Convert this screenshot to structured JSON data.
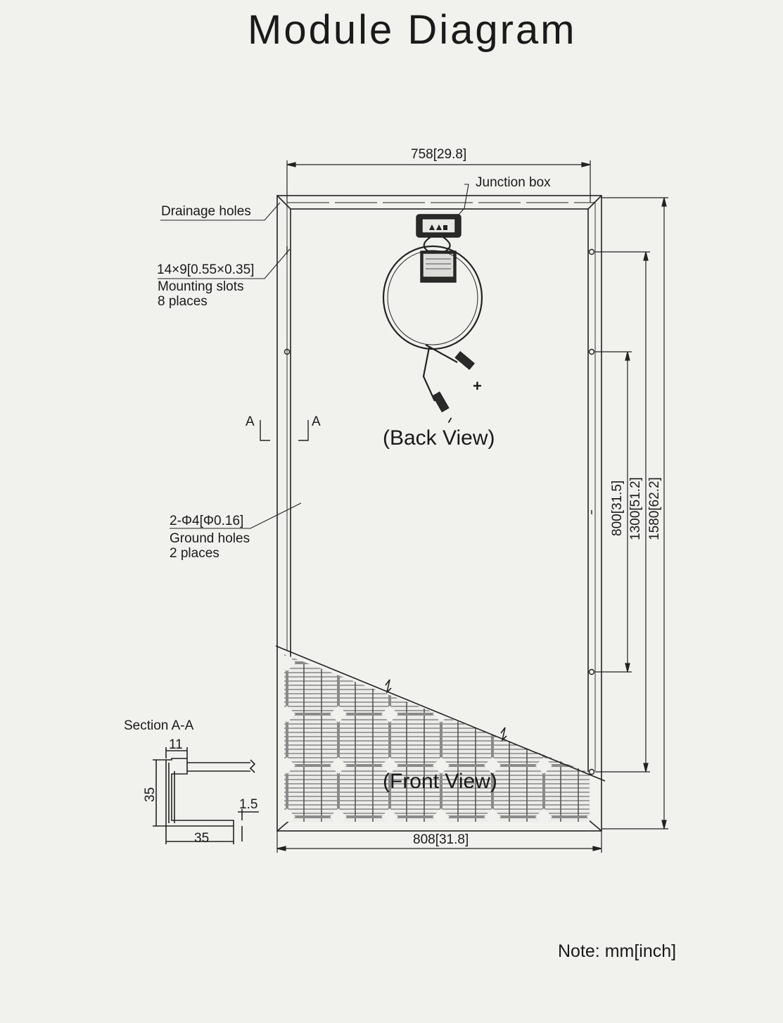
{
  "title": "Module Diagram",
  "views": {
    "back": "(Back View)",
    "front": "(Front View)"
  },
  "dimensions": {
    "width_top": "758[29.8]",
    "width_bottom": "808[31.8]",
    "hole_spacing_800": "800[31.5]",
    "hole_spacing_1300": "1300[51.2]",
    "length_1580": "1580[62.2]"
  },
  "callouts": {
    "junction_box": "Junction box",
    "drainage_holes": "Drainage holes",
    "mounting_size": "14×9[0.55×0.35]",
    "mounting_name": "Mounting slots",
    "mounting_count": "8 places",
    "ground_size": "2-Φ4[Φ0.16]",
    "ground_name": "Ground holes",
    "ground_count": "2 places"
  },
  "section_marker": {
    "left": "A",
    "right": "A"
  },
  "polarity": {
    "plus": "+",
    "minus": "−"
  },
  "section": {
    "title": "Section A-A",
    "dim_top": "11",
    "dim_height": "35",
    "dim_thickness": "1.5",
    "dim_bottom": "35"
  },
  "note": "Note: mm[inch]"
}
